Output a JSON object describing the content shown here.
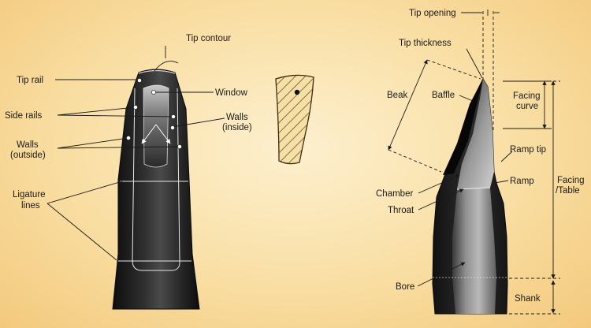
{
  "labels": {
    "tip_contour": "Tip contour",
    "tip_rail": "Tip rail",
    "window": "Window",
    "side_rails": "Side rails",
    "walls_inside_line1": "Walls",
    "walls_inside_line2": "(inside)",
    "walls_outside_line1": "Walls",
    "walls_outside_line2": "(outside)",
    "ligature_line1": "Ligature",
    "ligature_line2": "lines",
    "tip_opening": "Tip opening",
    "tip_thickness": "Tip thickness",
    "beak": "Beak",
    "baffle": "Baffle",
    "facing_curve_line1": "Facing",
    "facing_curve_line2": "curve",
    "ramp_tip": "Ramp tip",
    "ramp": "Ramp",
    "chamber": "Chamber",
    "throat": "Throat",
    "facing_table_line1": "Facing",
    "facing_table_line2": "/Table",
    "bore": "Bore",
    "shank": "Shank"
  },
  "colors": {
    "body_dark": "#141414",
    "body_mid": "#3a3a3a",
    "highlight": "#b0b0b0",
    "background": "#f9dea3",
    "hatch": "#6b5320"
  }
}
